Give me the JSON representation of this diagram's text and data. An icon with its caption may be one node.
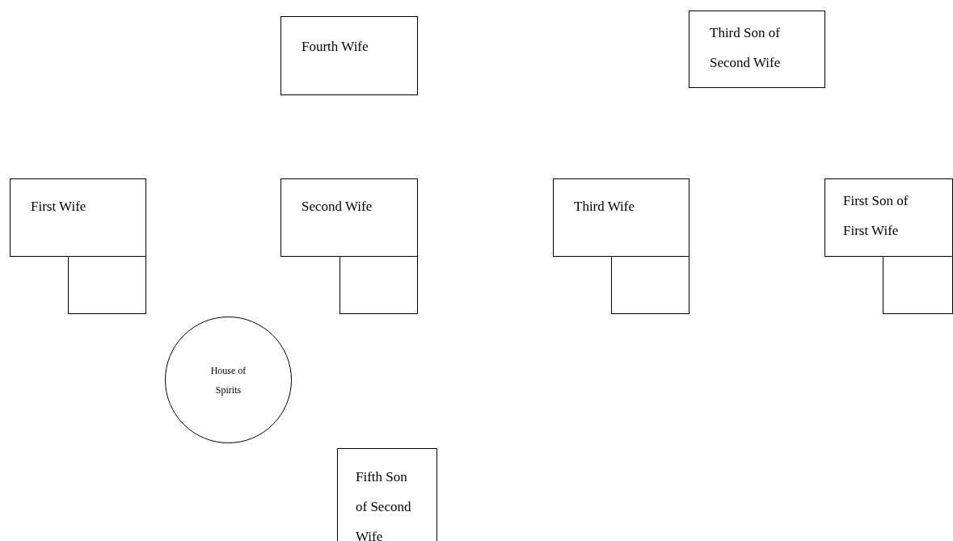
{
  "diagram": {
    "nodes": [
      {
        "text": [
          "Fourth Wife"
        ]
      },
      {
        "text": [
          "Third Son of Second Wife"
        ]
      },
      {
        "text": [
          "First Wife"
        ]
      },
      {
        "text": [
          "Second Wife"
        ]
      },
      {
        "text": [
          "Third Wife"
        ]
      },
      {
        "text": [
          "First Son of First Wife"
        ]
      },
      {
        "text": [],
        "shape": "box"
      },
      {
        "text": [],
        "shape": "box"
      },
      {
        "text": [],
        "shape": "box"
      },
      {
        "text": [],
        "shape": "box"
      },
      {
        "text": [
          "House of Spirits"
        ]
      },
      {
        "text": [
          "Fifth Son of Second Wife"
        ]
      }
    ],
    "edges": []
  }
}
